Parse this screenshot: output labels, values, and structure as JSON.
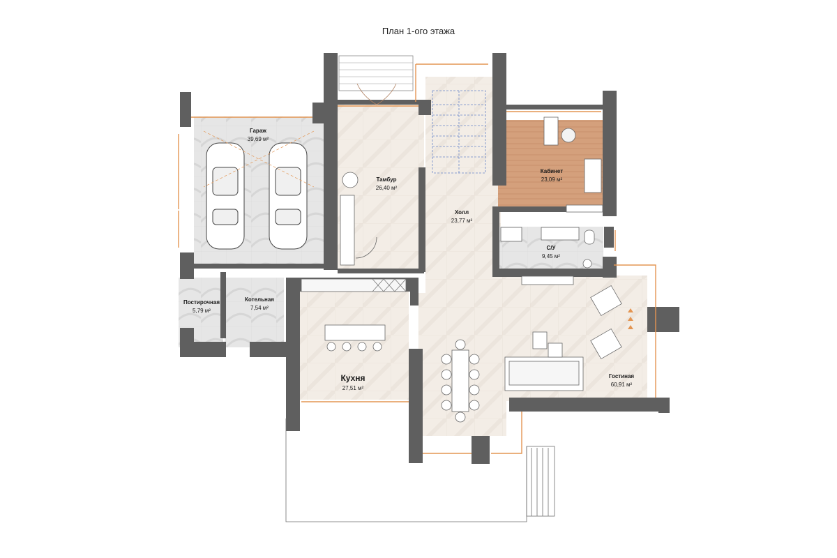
{
  "title": "План 1-ого этажа",
  "area_unit": "м²",
  "colors": {
    "wall": "#5f5f5f",
    "floor_tile": "#f2ece4",
    "floor_marble": "#e7e7e7",
    "floor_wood": "#d29c78",
    "window": "#e39552"
  },
  "rooms": {
    "garage": {
      "name": "Гараж",
      "area": "39,69 м²"
    },
    "tambur": {
      "name": "Тамбур",
      "area": "26,40 м²"
    },
    "hall": {
      "name": "Холл",
      "area": "23,77 м²"
    },
    "cabinet": {
      "name": "Кабинет",
      "area": "23,09 м²"
    },
    "wc": {
      "name": "С/У",
      "area": "9,45 м²"
    },
    "laundry": {
      "name": "Постирочная",
      "area": "5,79 м²"
    },
    "boiler": {
      "name": "Котельная",
      "area": "7,54 м²"
    },
    "kitchen": {
      "name": "Кухня",
      "area": "27,51 м²"
    },
    "living": {
      "name": "Гостиная",
      "area": "60,91 м²"
    }
  }
}
